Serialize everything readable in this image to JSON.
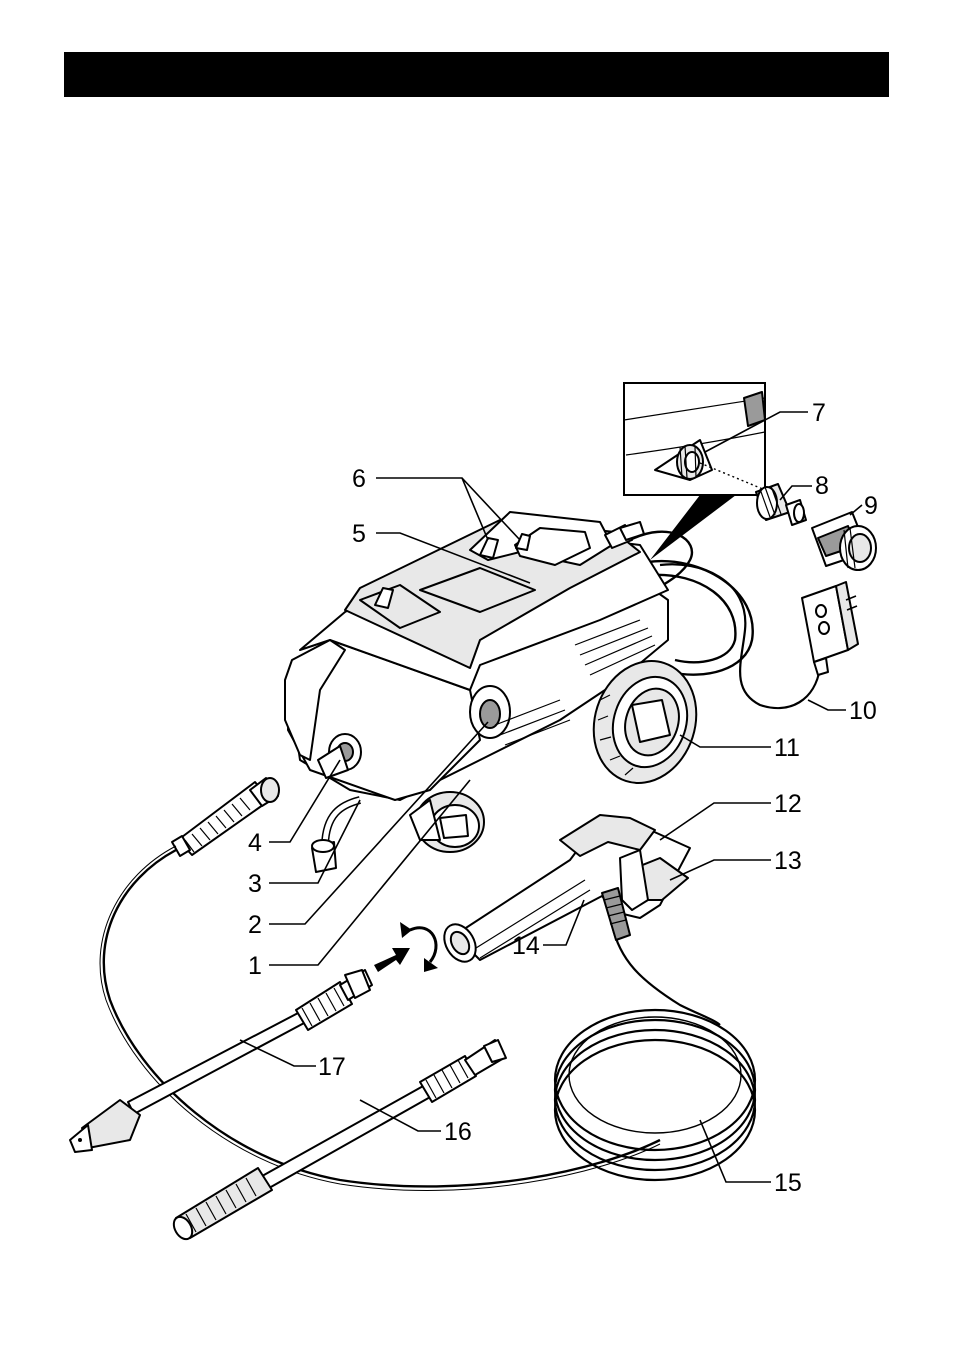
{
  "header": {
    "title": ""
  },
  "colors": {
    "header_bar": "#000000",
    "background": "#ffffff",
    "line": "#000000",
    "shade": "#9a9a9a"
  },
  "callouts": [
    {
      "id": "1",
      "label": "1"
    },
    {
      "id": "2",
      "label": "2"
    },
    {
      "id": "3",
      "label": "3"
    },
    {
      "id": "4",
      "label": "4"
    },
    {
      "id": "5",
      "label": "5"
    },
    {
      "id": "6",
      "label": "6"
    },
    {
      "id": "7",
      "label": "7"
    },
    {
      "id": "8",
      "label": "8"
    },
    {
      "id": "9",
      "label": "9"
    },
    {
      "id": "10",
      "label": "10"
    },
    {
      "id": "11",
      "label": "11"
    },
    {
      "id": "12",
      "label": "12"
    },
    {
      "id": "13",
      "label": "13"
    },
    {
      "id": "14",
      "label": "14"
    },
    {
      "id": "15",
      "label": "15"
    },
    {
      "id": "16",
      "label": "16"
    },
    {
      "id": "17",
      "label": "17"
    }
  ]
}
